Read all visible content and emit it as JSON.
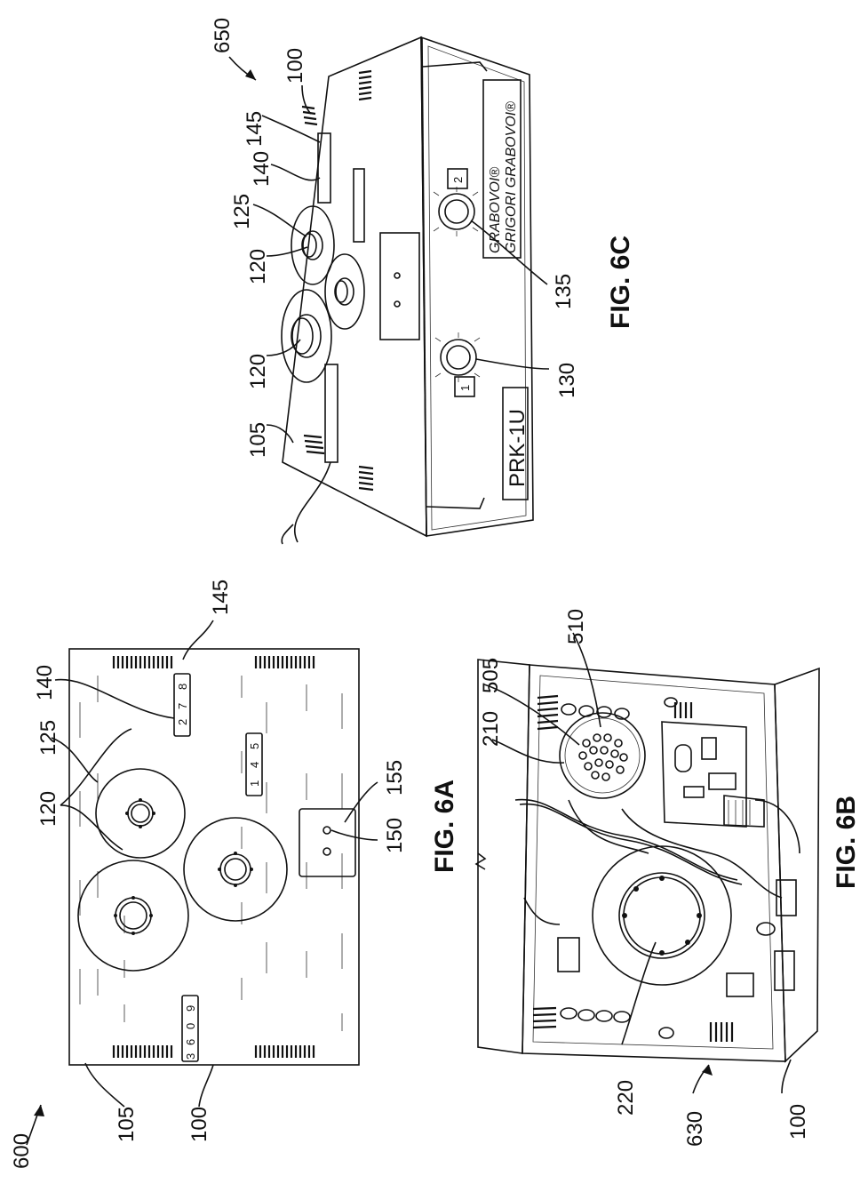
{
  "figures": {
    "fig_6a": {
      "caption": "FIG. 6A",
      "references": [
        "600",
        "105",
        "100",
        "120",
        "125",
        "140",
        "145",
        "150",
        "155"
      ],
      "display_left_digits": [
        "9",
        "0",
        "6",
        "3"
      ],
      "display_top_digits": [
        "2",
        "7",
        "8"
      ],
      "display_mid_digits": [
        "5",
        "4",
        "1"
      ]
    },
    "fig_6b": {
      "caption": "FIG. 6B",
      "references": [
        "630",
        "100",
        "220",
        "210",
        "505",
        "510"
      ]
    },
    "fig_6c": {
      "caption": "FIG. 6C",
      "references": [
        "650",
        "100",
        "105",
        "120",
        "120",
        "125",
        "140",
        "145",
        "130",
        "135"
      ],
      "brand_line_1": "GRABOVOI®",
      "brand_line_2": "GRIGORI GRABOVOI®",
      "model_label": "PRK-1U",
      "dial_tag_left": "1",
      "dial_tag_right": "2"
    }
  }
}
